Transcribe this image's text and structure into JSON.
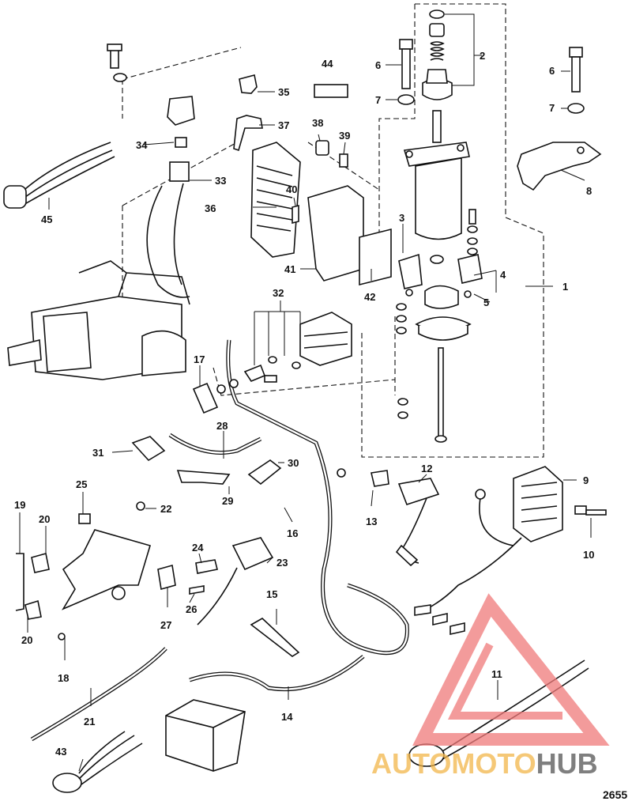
{
  "figure_number": "2655",
  "watermark": {
    "part1": "AUTOMOTO",
    "part2": "HUB",
    "color1": "#f2b64a",
    "color2": "#555555",
    "triangle_color": "#f07a7a"
  },
  "callouts": [
    "1",
    "2",
    "3",
    "4",
    "5",
    "6",
    "6",
    "7",
    "7",
    "8",
    "9",
    "10",
    "11",
    "12",
    "13",
    "14",
    "15",
    "16",
    "17",
    "18",
    "19",
    "20",
    "20",
    "21",
    "22",
    "23",
    "24",
    "25",
    "26",
    "27",
    "28",
    "29",
    "30",
    "31",
    "32",
    "33",
    "34",
    "35",
    "36",
    "37",
    "38",
    "39",
    "40",
    "41",
    "42",
    "43",
    "44",
    "45"
  ]
}
